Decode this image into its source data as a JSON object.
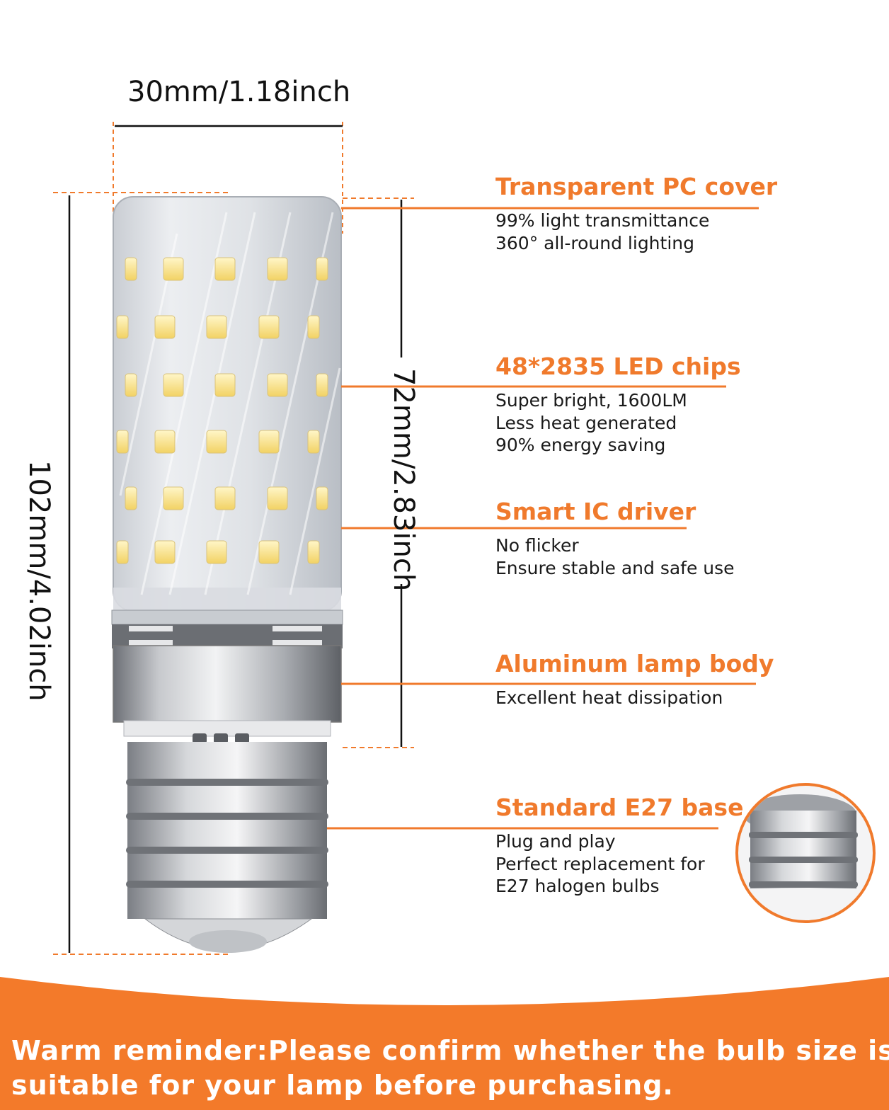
{
  "dimensions": {
    "width": "30mm/1.18inch",
    "height_total": "102mm/4.02inch",
    "height_cover": "72mm/2.83inch"
  },
  "features": [
    {
      "title": "Transparent PC cover",
      "lines": [
        "99% light transmittance",
        "360° all-round lighting"
      ]
    },
    {
      "title": "48*2835 LED chips",
      "lines": [
        "Super bright, 1600LM",
        "Less heat generated",
        "90% energy saving"
      ]
    },
    {
      "title": "Smart IC driver",
      "lines": [
        "No flicker",
        "Ensure stable and safe use"
      ]
    },
    {
      "title": "Aluminum lamp body",
      "lines": [
        "Excellent heat dissipation"
      ]
    },
    {
      "title": "Standard E27 base",
      "lines": [
        "Plug and play",
        "Perfect replacement for",
        "E27 halogen bulbs"
      ]
    }
  ],
  "reminder": {
    "line1": "Warm reminder:Please confirm whether the bulb size is",
    "line2": "suitable for your lamp before purchasing."
  },
  "colors": {
    "accent": "#f07a2c",
    "text": "#1a1a1a",
    "background": "#ffffff"
  }
}
